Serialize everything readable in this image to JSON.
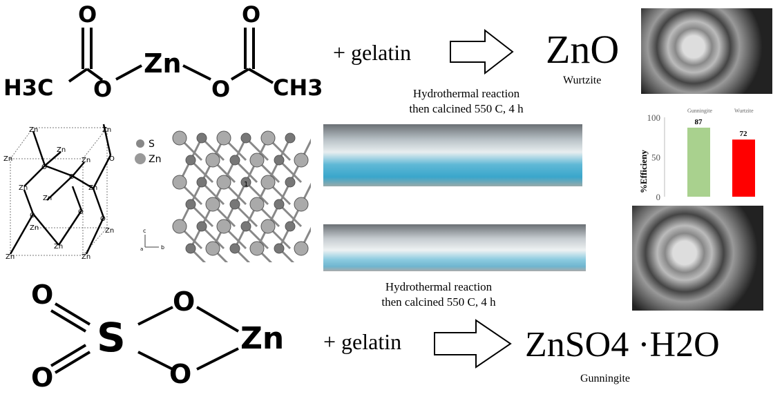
{
  "top_reaction": {
    "acetate": {
      "o_top_left": "O",
      "o_top_right": "O",
      "o_left": "O",
      "o_right": "O",
      "zn": "Zn",
      "h3c": "H3C",
      "ch3": "CH3"
    },
    "additive": "+ gelatin",
    "product": "ZnO",
    "product_name": "Wurtzite",
    "condition_line1": "Hydrothermal reaction",
    "condition_line2": "then calcined 550 C, 4 h"
  },
  "bottom_reaction": {
    "sulfate": {
      "o1": "O",
      "o2": "O",
      "o3": "O",
      "o4": "O",
      "s": "S",
      "zn": "Zn"
    },
    "additive": "+ gelatin",
    "product": "ZnSO4 ·H2O",
    "product_name": "Gunningite",
    "condition_line1": "Hydrothermal reaction",
    "condition_line2": "then calcined 550 C, 4 h"
  },
  "crystal_legend": {
    "s": "S",
    "zn": "Zn",
    "axis_c": "c",
    "axis_b": "b",
    "axis_a": "a",
    "site": "1"
  },
  "wurtzite_labels": {
    "zn": "Zn",
    "o": "O"
  },
  "chart_data": {
    "type": "bar",
    "categories": [
      "Gunningite",
      "Wurtzite"
    ],
    "values": [
      87,
      72
    ],
    "colors": [
      "#a9d18e",
      "#ff0000"
    ],
    "ylabel": "%Efficieny",
    "ylim": [
      0,
      100
    ],
    "yticks": [
      "0",
      "50",
      "100"
    ],
    "data_labels": [
      "87",
      "72"
    ]
  }
}
